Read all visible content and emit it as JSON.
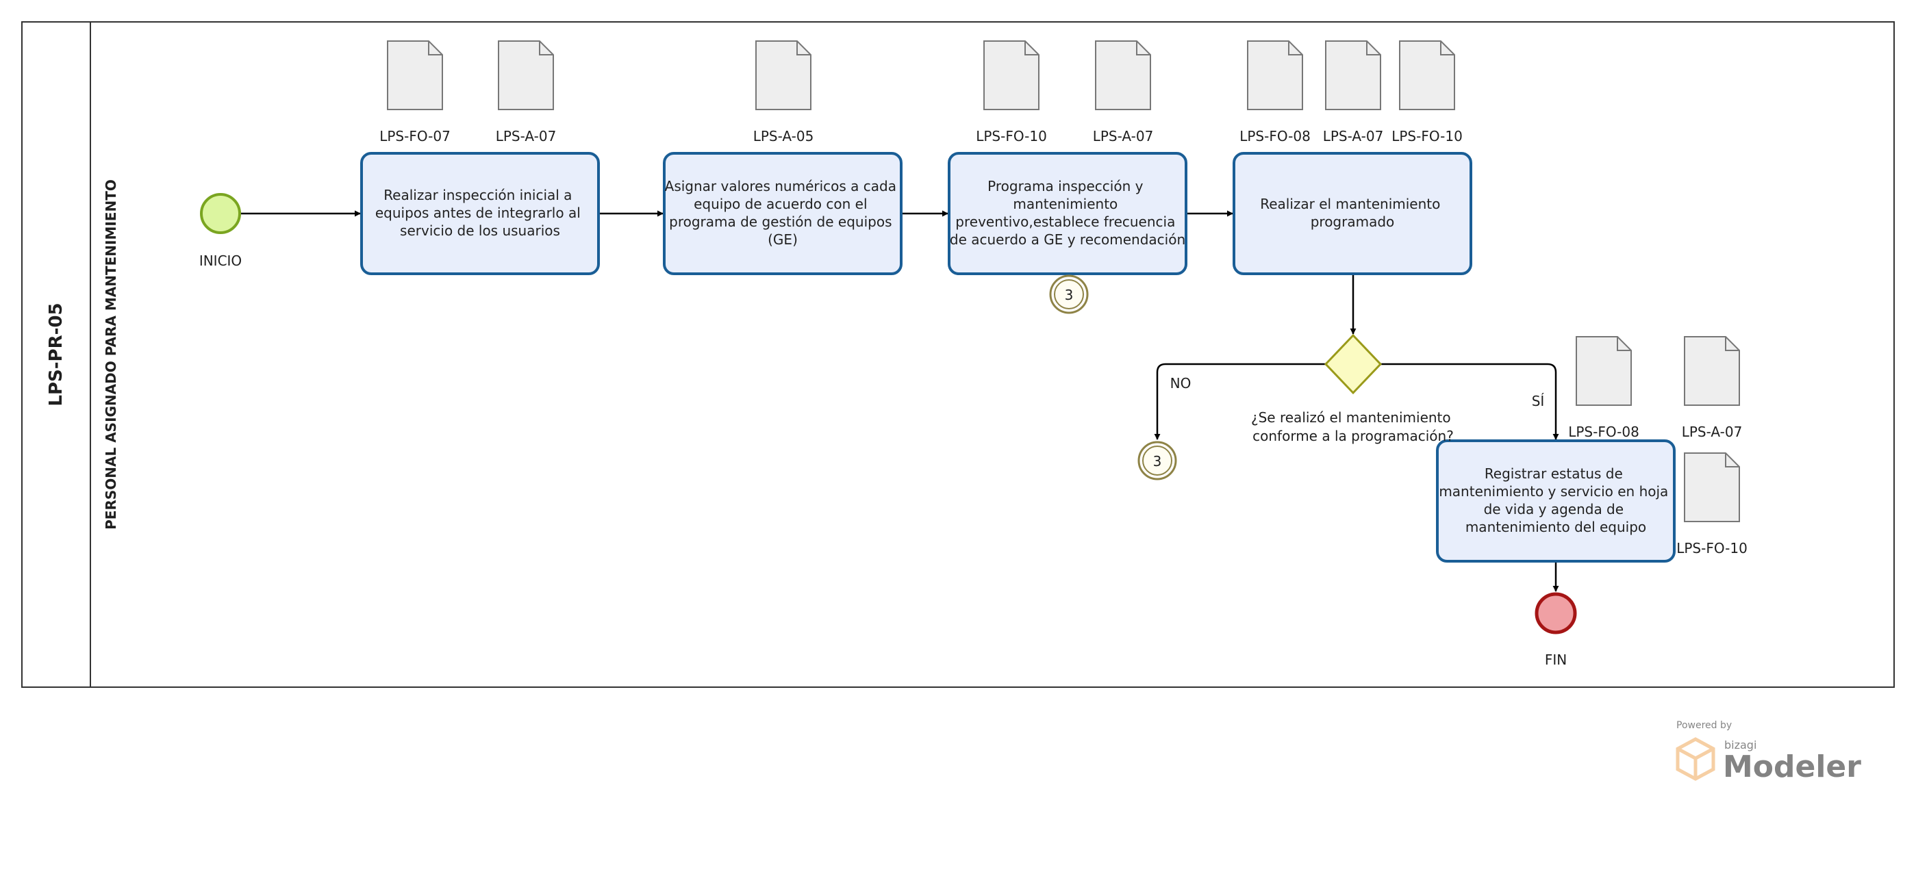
{
  "pool": {
    "title": "LPS-PR-05"
  },
  "lane": {
    "title": "PERSONAL ASIGNADO PARA MANTENIMIENTO"
  },
  "events": {
    "start": {
      "label": "INICIO"
    },
    "end": {
      "label": "FIN"
    },
    "link_catch": {
      "number": "3"
    },
    "link_throw": {
      "number": "3"
    }
  },
  "tasks": [
    {
      "lines": [
        "Realizar inspección inicial a",
        "equipos antes de integrarlo al",
        "servicio de los usuarios"
      ]
    },
    {
      "lines": [
        "Asignar valores numéricos a cada",
        "equipo de acuerdo con el",
        "programa de gestión de equipos",
        "(GE)"
      ]
    },
    {
      "lines": [
        "Programa inspección y",
        "mantenimiento",
        "preventivo,establece frecuencia",
        "de acuerdo a GE y recomendación"
      ]
    },
    {
      "lines": [
        "Realizar el mantenimiento",
        "programado"
      ]
    },
    {
      "lines": [
        "Registrar estatus de",
        "mantenimiento y servicio en hoja",
        "de vida y agenda de",
        "mantenimiento del equipo"
      ]
    }
  ],
  "gateway": {
    "question_lines": [
      "¿Se realizó el mantenimiento",
      "conforme a la programación?"
    ],
    "no_label": "NO",
    "yes_label": "SÍ"
  },
  "documents": [
    {
      "label": "LPS-FO-07"
    },
    {
      "label": "LPS-A-07"
    },
    {
      "label": "LPS-A-05"
    },
    {
      "label": "LPS-FO-10"
    },
    {
      "label": "LPS-A-07"
    },
    {
      "label": "LPS-FO-08"
    },
    {
      "label": "LPS-A-07"
    },
    {
      "label": "LPS-FO-10"
    },
    {
      "label": "LPS-FO-08"
    },
    {
      "label": "LPS-A-07"
    },
    {
      "label": "LPS-FO-10"
    }
  ],
  "watermark": {
    "powered_by": "Powered by",
    "brand_small": "bizagi",
    "brand": "Modeler"
  },
  "colors": {
    "task_fill": "#e8eefb",
    "task_stroke": "#1a5e96",
    "start_fill": "#dcf5a0",
    "start_stroke": "#7aa520",
    "end_fill": "#f0a0a4",
    "end_stroke": "#a51515",
    "gateway_fill": "#fbfbc2",
    "gateway_stroke": "#9a9a1a",
    "link_stroke": "#8e8346",
    "doc_fill": "#eeeeee",
    "doc_stroke": "#777777",
    "watermark": "#f6c98e"
  }
}
